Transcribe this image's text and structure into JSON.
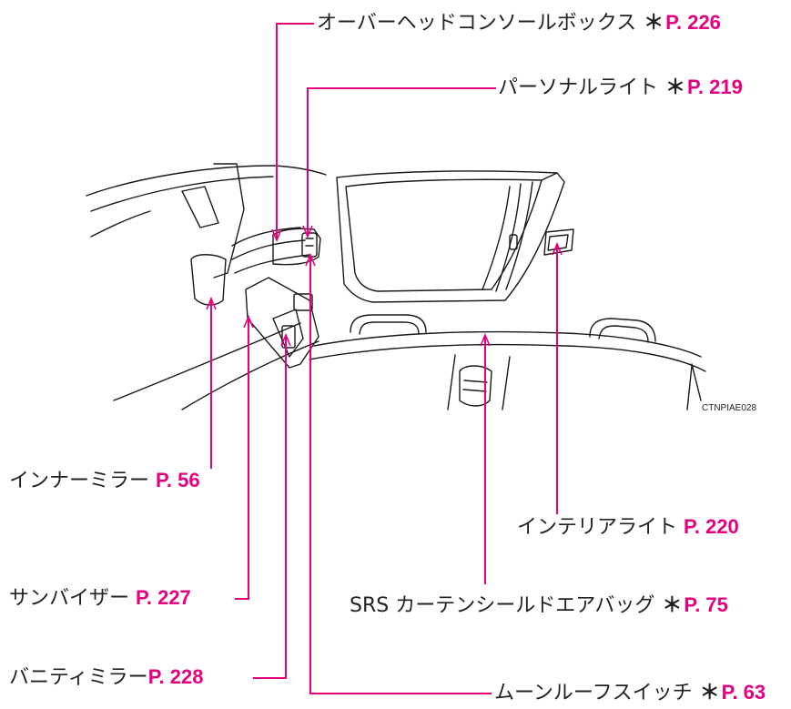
{
  "figure_code": "CTNPIAE028",
  "colors": {
    "leader": "#e4007f",
    "page_ref": "#e4007f",
    "drawing": "#1a1a1a"
  },
  "callouts": [
    {
      "id": "overhead",
      "name": "オーバーヘッドコンソールボックス",
      "star": "＊",
      "page": "P. 226"
    },
    {
      "id": "personal",
      "name": "パーソナルライト",
      "star": "＊",
      "page": "P. 219"
    },
    {
      "id": "inner_mirror",
      "name": "インナーミラー",
      "star": "",
      "page": "P. 56"
    },
    {
      "id": "interior_light",
      "name": "インテリアライト",
      "star": "",
      "page": "P. 220"
    },
    {
      "id": "sun_visor",
      "name": "サンバイザー",
      "star": "",
      "page": "P. 227"
    },
    {
      "id": "curtain_airbag",
      "name": "SRS カーテンシールドエアバッグ",
      "star": "＊",
      "page": "P. 75"
    },
    {
      "id": "vanity",
      "name": "バニティミラー",
      "star": "",
      "page": "P. 228"
    },
    {
      "id": "moonroof",
      "name": "ムーンルーフスイッチ",
      "star": "＊",
      "page": "P. 63"
    }
  ]
}
